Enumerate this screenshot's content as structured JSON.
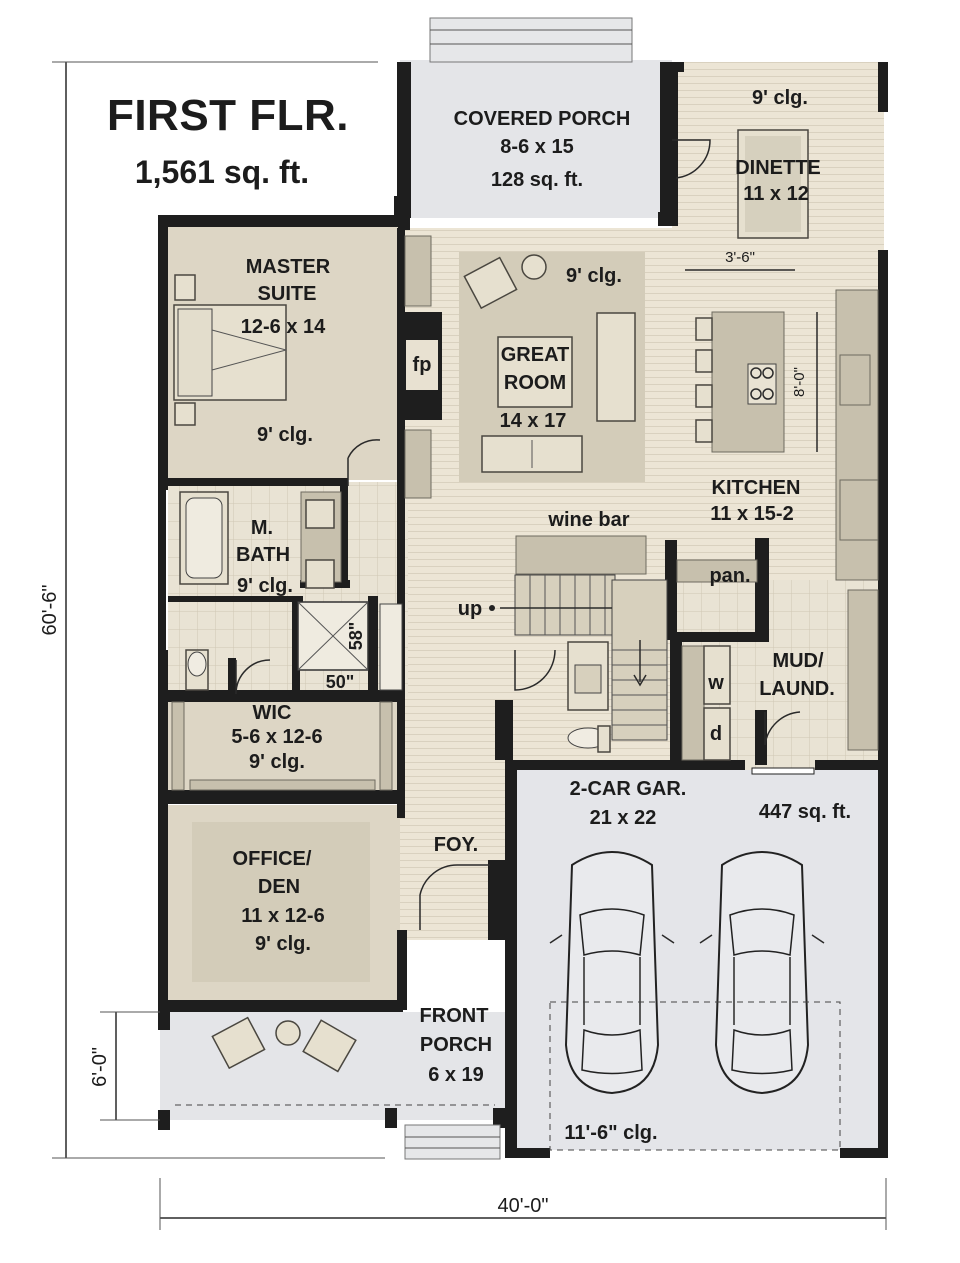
{
  "header": {
    "title": "FIRST FLR.",
    "area": "1,561 sq. ft."
  },
  "dimensions": {
    "depth": "60'-6\"",
    "width": "40'-0\"",
    "porch_depth": "6'-0\"",
    "island_width": "3'-6\"",
    "island_length": "8'-0\"",
    "shower_width": "50\"",
    "shower_depth": "58\""
  },
  "rooms": {
    "covered_porch": {
      "name": "COVERED PORCH",
      "size": "8-6 x 15",
      "area": "128 sq. ft."
    },
    "dinette": {
      "ceiling": "9' clg.",
      "name": "DINETTE",
      "size": "11 x 12"
    },
    "master_suite": {
      "name1": "MASTER",
      "name2": "SUITE",
      "size": "12-6 x 14",
      "ceiling": "9' clg."
    },
    "great_room": {
      "ceiling": "9' clg.",
      "fireplace": "fp",
      "name1": "GREAT",
      "name2": "ROOM",
      "size": "14 x 17"
    },
    "kitchen": {
      "name": "KITCHEN",
      "size": "11 x 15-2",
      "wine_bar": "wine bar",
      "pantry": "pan."
    },
    "master_bath": {
      "name1": "M.",
      "name2": "BATH",
      "ceiling": "9' clg."
    },
    "stairs": {
      "label": "up"
    },
    "mud_laundry": {
      "name1": "MUD/",
      "name2": "LAUND.",
      "washer": "w",
      "dryer": "d"
    },
    "wic": {
      "name": "WIC",
      "size": "5-6 x 12-6",
      "ceiling": "9' clg."
    },
    "garage": {
      "name": "2-CAR GAR.",
      "size": "21 x 22",
      "area": "447 sq. ft.",
      "ceiling": "11'-6\" clg."
    },
    "foyer": {
      "name": "FOY."
    },
    "office": {
      "name1": "OFFICE/",
      "name2": "DEN",
      "size": "11 x 12-6",
      "ceiling": "9' clg."
    },
    "front_porch": {
      "name1": "FRONT",
      "name2": "PORCH",
      "size": "6 x 19"
    }
  },
  "colors": {
    "wall": "#1e1e1e",
    "floor": "#e8e1d1",
    "carpet": "#ddd6c5",
    "garage": "#e4e5e9"
  }
}
